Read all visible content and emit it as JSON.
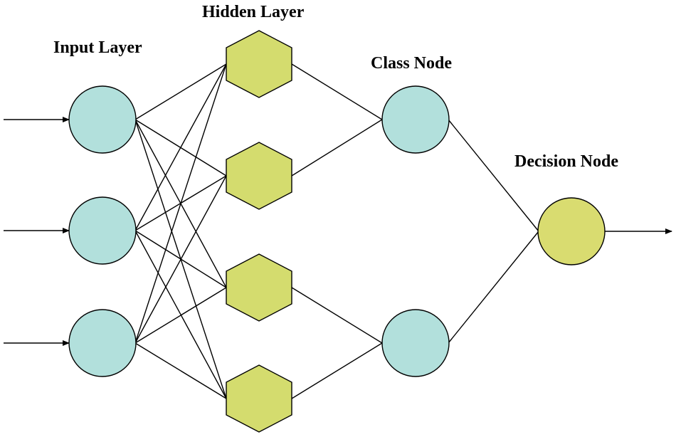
{
  "labels": {
    "input_layer": "Input Layer",
    "hidden_layer": "Hidden Layer",
    "class_node": "Class Node",
    "decision_node": "Decision Node"
  },
  "colors": {
    "input_node": "#b2e0dc",
    "hidden_node": "#d4dc6e",
    "class_node": "#b2e0dc",
    "decision_node": "#d9dc70",
    "line": "#000000"
  },
  "structure": {
    "input_nodes": 3,
    "hidden_nodes": 4,
    "class_nodes": 2,
    "decision_nodes": 1,
    "input_shape": "circle",
    "hidden_shape": "hexagon",
    "class_shape": "circle",
    "decision_shape": "circle"
  }
}
